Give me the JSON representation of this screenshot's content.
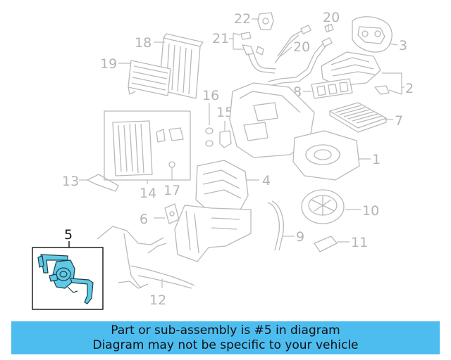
{
  "diagram": {
    "callouts": {
      "c1": "1",
      "c2": "2",
      "c3": "3",
      "c4": "4",
      "c5": "5",
      "c6": "6",
      "c7": "7",
      "c8": "8",
      "c9": "9",
      "c10": "10",
      "c11": "11",
      "c12": "12",
      "c13": "13",
      "c14": "14",
      "c15": "15",
      "c16": "16",
      "c17": "17",
      "c18": "18",
      "c19": "19",
      "c20a": "20",
      "c20b": "20",
      "c21": "21",
      "c22": "22"
    },
    "highlighted_part": "5",
    "colors": {
      "highlight": "#5fc9e6",
      "linework": "#b9b9b9",
      "banner": "#4dbdf0"
    }
  },
  "banner": {
    "line1": "Part or sub-assembly is #5 in diagram",
    "line2": "Diagram may not be specific to your vehicle"
  }
}
